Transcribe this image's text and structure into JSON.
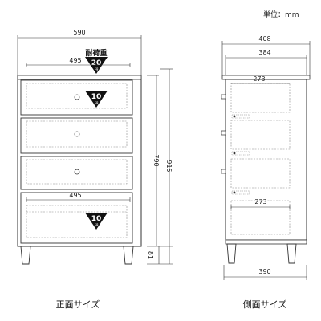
{
  "unit_label": "単位：mm",
  "front": {
    "caption": "正面サイズ",
    "total_width": "590",
    "top_inner_width": "495",
    "bottom_inner_width": "495",
    "body_height": "790",
    "total_height": "915",
    "leg_height": "81",
    "load_label": "耐荷重",
    "top_load": "20",
    "drawer_load": "10",
    "bottom_load": "10",
    "kg": "kg"
  },
  "side": {
    "caption": "側面サイズ",
    "top_depth": "408",
    "inner_depth": "384",
    "drawer_depth_top": "273",
    "drawer_depth_bottom": "273",
    "leg_depth": "390"
  }
}
